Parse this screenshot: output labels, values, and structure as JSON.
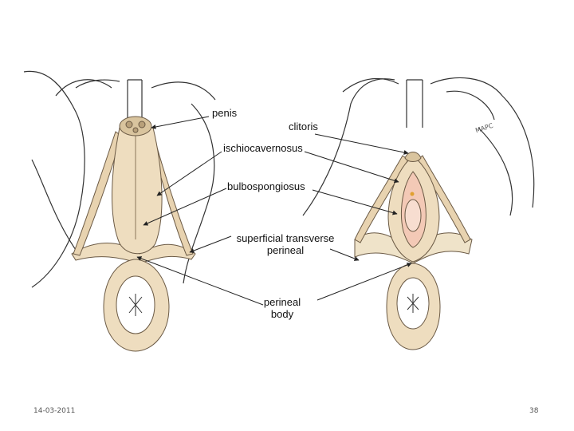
{
  "labels": {
    "penis": "penis",
    "clitoris": "clitoris",
    "ischiocavernosus": "ischiocavernosus",
    "bulbospongiosus": "bulbospongiosus",
    "superficial_transverse_perineal_line1": "superficial transverse",
    "superficial_transverse_perineal_line2": "perineal",
    "perineal_body_line1": "perineal",
    "perineal_body_line2": "body"
  },
  "artist_signature": "MAPC",
  "footer": {
    "date": "14-03-2011",
    "page_number": "38"
  },
  "colors": {
    "muscle_fill": "#eeddbf",
    "muscle_stroke": "#6b5a45",
    "outline": "#333333",
    "line": "#222222"
  }
}
